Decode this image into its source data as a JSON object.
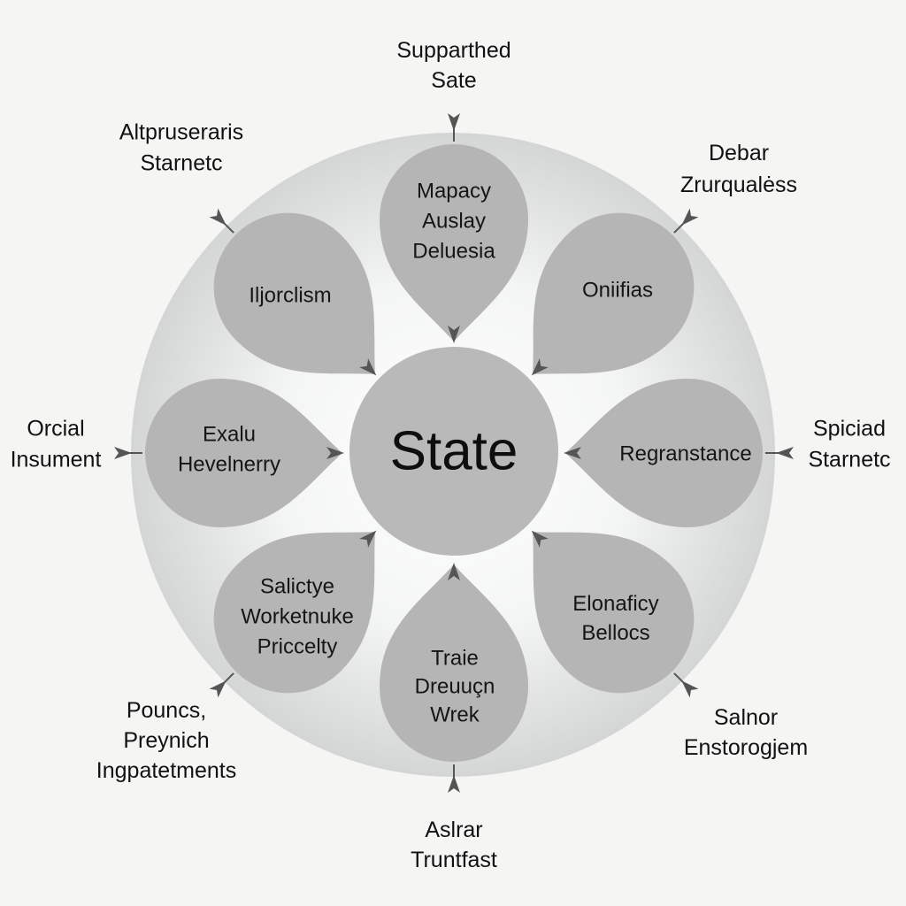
{
  "center": {
    "label": "State"
  },
  "petals": [
    {
      "id": "top",
      "lines": [
        "Mapacy",
        "Auslay",
        "Deluesia"
      ]
    },
    {
      "id": "top-right",
      "lines": [
        "Oniifias"
      ]
    },
    {
      "id": "right",
      "lines": [
        "Regranstance"
      ]
    },
    {
      "id": "bottom-right",
      "lines": [
        "Elonaficy",
        "Bellocs"
      ]
    },
    {
      "id": "bottom",
      "lines": [
        "Traie",
        "Dreuuçn",
        "Wrek"
      ]
    },
    {
      "id": "bottom-left",
      "lines": [
        "Salictye",
        "Worketnuke",
        "Priccelty"
      ]
    },
    {
      "id": "left",
      "lines": [
        "Exalu",
        "Hevelnerry"
      ]
    },
    {
      "id": "top-left",
      "lines": [
        "Iljorclism"
      ]
    }
  ],
  "outer_labels": [
    {
      "id": "top",
      "lines": [
        "Supparthed",
        "Sate"
      ]
    },
    {
      "id": "top-right",
      "lines": [
        "Debar",
        "Zrurqualėss"
      ]
    },
    {
      "id": "right",
      "lines": [
        "Spiciad",
        "Starnetc"
      ]
    },
    {
      "id": "bottom-right",
      "lines": [
        "Salnor",
        "Enstorogjem"
      ]
    },
    {
      "id": "bottom",
      "lines": [
        "Aslrar",
        "Truntfast"
      ]
    },
    {
      "id": "bottom-left",
      "lines": [
        "Pouncs,",
        "Preynich",
        "Ingpatetments"
      ]
    },
    {
      "id": "left",
      "lines": [
        "Orcial",
        "Insument"
      ]
    },
    {
      "id": "top-left",
      "lines": [
        "Altpruseraris",
        "Starnetc"
      ]
    }
  ],
  "colors": {
    "ring": "#d6d8d8",
    "petal": "#b5b5b5",
    "center": "#b9b9b9",
    "arrow": "#555555"
  }
}
